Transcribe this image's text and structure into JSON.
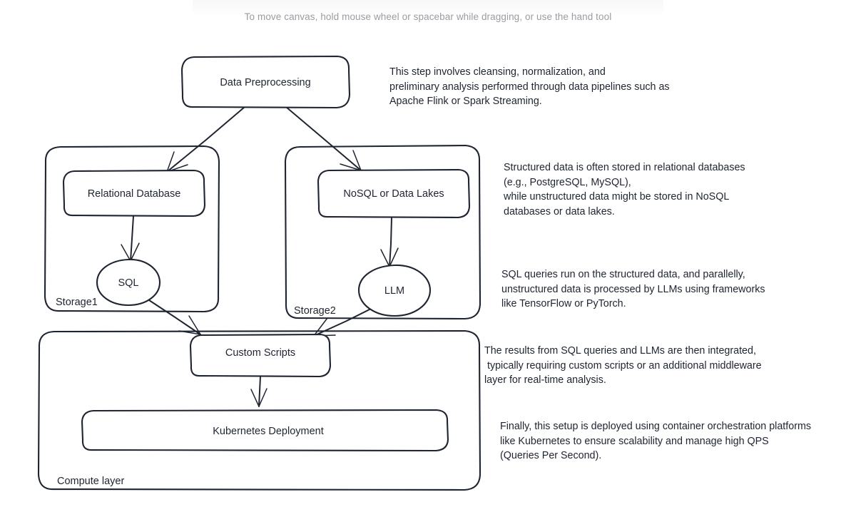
{
  "app": {
    "hint": "To move canvas, hold mouse wheel or spacebar while dragging, or use the hand tool",
    "canvas_background": "#ffffff",
    "stroke_color": "#1e2430",
    "hint_color": "#9a9ca1"
  },
  "diagram": {
    "type": "flowchart",
    "style": "hand-drawn",
    "nodes": [
      {
        "id": "data-preprocessing",
        "label": "Data Preprocessing",
        "shape": "rounded-rect"
      },
      {
        "id": "relational-database",
        "label": "Relational Database",
        "shape": "rounded-rect"
      },
      {
        "id": "nosql-data-lakes",
        "label": "NoSQL or Data Lakes",
        "shape": "rounded-rect"
      },
      {
        "id": "sql",
        "label": "SQL",
        "shape": "ellipse"
      },
      {
        "id": "llm",
        "label": "LLM",
        "shape": "ellipse"
      },
      {
        "id": "custom-scripts",
        "label": "Custom Scripts",
        "shape": "rounded-rect"
      },
      {
        "id": "kubernetes-deployment",
        "label": "Kubernetes Deployment",
        "shape": "rounded-rect"
      }
    ],
    "groups": [
      {
        "id": "storage1",
        "label": "Storage1",
        "contains": [
          "relational-database",
          "sql"
        ]
      },
      {
        "id": "storage2",
        "label": "Storage2",
        "contains": [
          "nosql-data-lakes",
          "llm"
        ]
      },
      {
        "id": "compute-layer",
        "label": "Compute layer",
        "contains": [
          "custom-scripts",
          "kubernetes-deployment"
        ]
      }
    ],
    "edges": [
      {
        "from": "data-preprocessing",
        "to": "relational-database"
      },
      {
        "from": "data-preprocessing",
        "to": "nosql-data-lakes"
      },
      {
        "from": "relational-database",
        "to": "sql"
      },
      {
        "from": "nosql-data-lakes",
        "to": "llm"
      },
      {
        "from": "sql",
        "to": "custom-scripts"
      },
      {
        "from": "llm",
        "to": "custom-scripts"
      },
      {
        "from": "custom-scripts",
        "to": "kubernetes-deployment"
      }
    ]
  },
  "annotations": [
    {
      "id": "annotation-preprocessing",
      "lines": [
        "This step involves cleansing, normalization, and",
        "preliminary analysis performed through data pipelines such as",
        "Apache Flink or Spark Streaming."
      ]
    },
    {
      "id": "annotation-storage",
      "lines": [
        "Structured data is often stored in relational databases",
        "(e.g., PostgreSQL, MySQL),",
        "while unstructured data might be stored in NoSQL",
        "databases or data lakes."
      ]
    },
    {
      "id": "annotation-queries",
      "lines": [
        "SQL queries run on the structured data, and parallelly,",
        "unstructured data is processed by LLMs using frameworks",
        "like TensorFlow or PyTorch."
      ]
    },
    {
      "id": "annotation-integration",
      "lines": [
        "The results from SQL queries and LLMs are then integrated,",
        " typically requiring custom scripts or an additional middleware",
        "layer for real-time analysis."
      ]
    },
    {
      "id": "annotation-deployment",
      "lines": [
        "Finally, this setup is deployed using container orchestration platforms",
        "like Kubernetes to ensure scalability and manage high QPS",
        "(Queries Per Second)."
      ]
    }
  ]
}
